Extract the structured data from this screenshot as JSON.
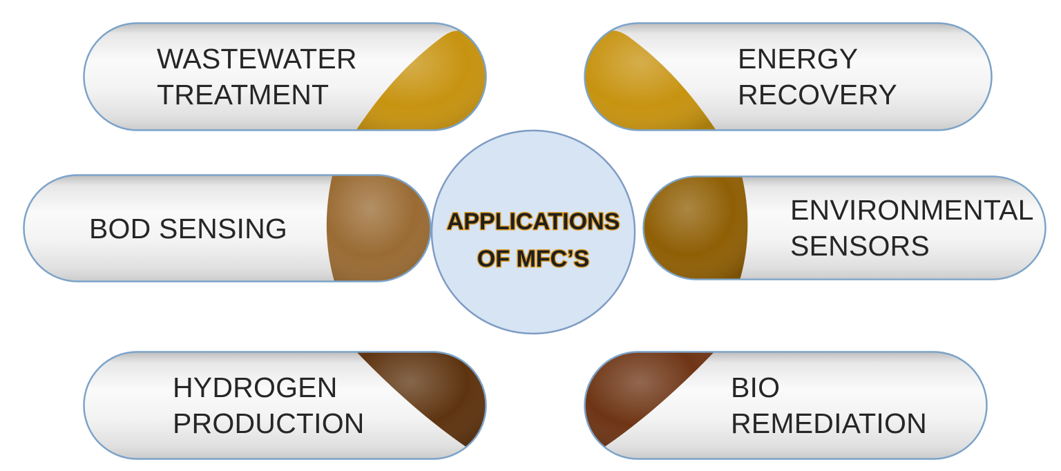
{
  "diagram": {
    "center": {
      "line1": "APPLICATIONS",
      "line2": "OF MFC’S",
      "fill": "#d7e4f3",
      "border_color": "#7f9cc4",
      "text_color": "#1f1f1f",
      "text_outline_color": "#dd9b25"
    },
    "capsules": [
      {
        "id": "wastewater-treatment",
        "line1": "WASTEWATER",
        "line2": "TREATMENT",
        "blob_color": "#c79310",
        "blob_side": "right-diagonal"
      },
      {
        "id": "energy-recovery",
        "line1": "ENERGY",
        "line2": "RECOVERY",
        "blob_color": "#c79310",
        "blob_side": "left-diagonal"
      },
      {
        "id": "bod-sensing",
        "line1": "BOD SENSING",
        "line2": "",
        "blob_color": "#9a6b33",
        "blob_side": "right-cap"
      },
      {
        "id": "environmental-sensors",
        "line1": "ENVIRONMENTAL",
        "line2": "SENSORS",
        "blob_color": "#8f5f05",
        "blob_side": "left-cap"
      },
      {
        "id": "hydrogen-production",
        "line1": "HYDROGEN",
        "line2": "PRODUCTION",
        "blob_color": "#5e3410",
        "blob_side": "top-right"
      },
      {
        "id": "bio-remediation",
        "line1": "BIO",
        "line2": "REMEDIATION",
        "blob_color": "#6e3515",
        "blob_side": "top-left"
      }
    ],
    "styles": {
      "capsule_border_color": "#7ba3c9",
      "label_color": "#262626",
      "background": "#ffffff"
    }
  }
}
